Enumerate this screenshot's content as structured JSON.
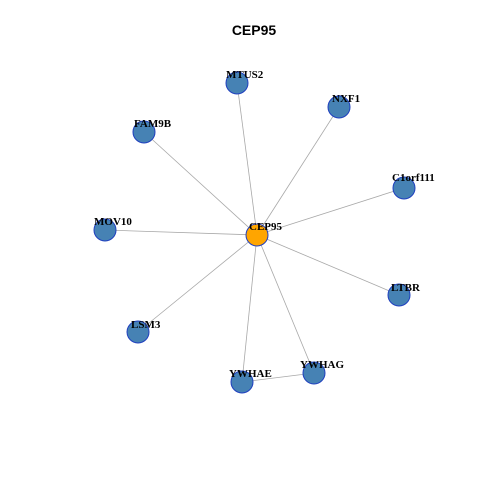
{
  "title": "CEP95",
  "colors": {
    "hub_fill": "#FFA500",
    "node_fill": "#4682B4",
    "node_stroke": "#1F3FBF",
    "edge": "#A8A8A8"
  },
  "nodes": [
    {
      "id": "CEP95",
      "label": "CEP95",
      "role": "hub"
    },
    {
      "id": "MTUS2",
      "label": "MTUS2",
      "role": "neighbor"
    },
    {
      "id": "NXF1",
      "label": "NXF1",
      "role": "neighbor"
    },
    {
      "id": "FAM9B",
      "label": "FAM9B",
      "role": "neighbor"
    },
    {
      "id": "C1orf111",
      "label": "C1orf111",
      "role": "neighbor"
    },
    {
      "id": "MOV10",
      "label": "MOV10",
      "role": "neighbor"
    },
    {
      "id": "LTBR",
      "label": "LTBR",
      "role": "neighbor"
    },
    {
      "id": "LSM3",
      "label": "LSM3",
      "role": "neighbor"
    },
    {
      "id": "YWHAG",
      "label": "YWHAG",
      "role": "neighbor"
    },
    {
      "id": "YWHAE",
      "label": "YWHAE",
      "role": "neighbor"
    }
  ],
  "edges": [
    [
      "CEP95",
      "MTUS2"
    ],
    [
      "CEP95",
      "NXF1"
    ],
    [
      "CEP95",
      "FAM9B"
    ],
    [
      "CEP95",
      "C1orf111"
    ],
    [
      "CEP95",
      "MOV10"
    ],
    [
      "CEP95",
      "LTBR"
    ],
    [
      "CEP95",
      "LSM3"
    ],
    [
      "CEP95",
      "YWHAG"
    ],
    [
      "CEP95",
      "YWHAE"
    ],
    [
      "YWHAE",
      "YWHAG"
    ]
  ]
}
